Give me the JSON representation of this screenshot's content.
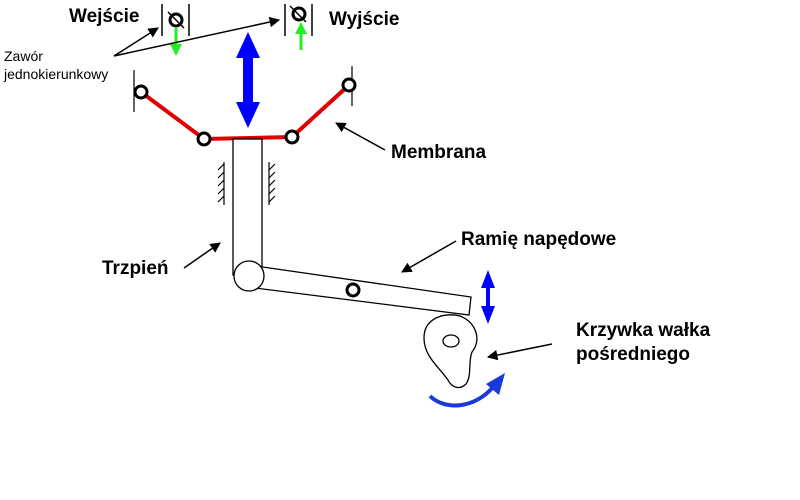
{
  "labels": {
    "inlet": "Wejście",
    "outlet": "Wyjście",
    "check_valve_line1": "Zawór",
    "check_valve_line2": "jednokierunkowy",
    "diaphragm": "Membrana",
    "rod": "Trzpień",
    "drive_arm": "Ramię napędowe",
    "cam_line1": "Krzywka wałka",
    "cam_line2": "pośredniego"
  },
  "colors": {
    "diaphragm": "#e00000",
    "pump_motion_arrow": "#0000ff",
    "flow_arrow": "#22ee22",
    "cam_rotation_arrow": "#1a3ad8",
    "line": "#000000"
  }
}
